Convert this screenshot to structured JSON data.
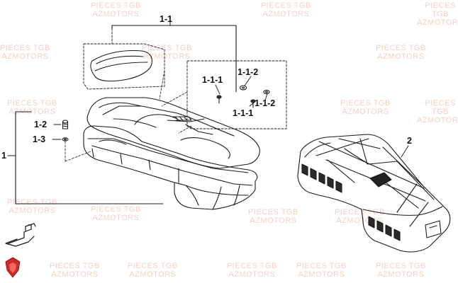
{
  "watermark": {
    "line1": "PIECES TGB",
    "line2": "AZMOTORS"
  },
  "callouts": {
    "part_1": "1",
    "part_1_1": "1-1",
    "part_1_1_1_a": "1-1-1",
    "part_1_1_1_b": "1-1-1",
    "part_1_1_2_a": "1-1-2",
    "part_1_1_2_b": "1-1-2",
    "part_1_2": "1-2",
    "part_1_3": "1-3",
    "part_2": "2"
  },
  "colors": {
    "line": "#1a1a1a",
    "watermark": "#f3c7b9",
    "logo_red": "#d0292b"
  },
  "icons": [
    "front-direction-arrow-icon",
    "brand-shield-logo-icon"
  ]
}
